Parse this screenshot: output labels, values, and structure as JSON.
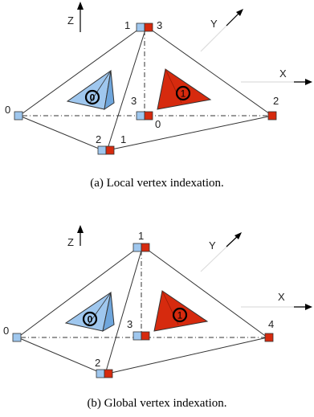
{
  "figures": [
    {
      "id": "a",
      "caption": "(a) Local vertex indexation.",
      "axes": {
        "x": "X",
        "y": "Y",
        "z": "Z"
      },
      "vertex_labels": {
        "left": "0",
        "top_left": "1",
        "top_right": "3",
        "center_top": "3",
        "center_bottom": "0",
        "bottom_left": "2",
        "bottom_right": "1",
        "right": "2"
      },
      "tetra_labels": {
        "blue": "0",
        "red": "1"
      }
    },
    {
      "id": "b",
      "caption": "(b) Global vertex indexation.",
      "axes": {
        "x": "X",
        "y": "Y",
        "z": "Z"
      },
      "vertex_labels": {
        "left": "0",
        "top": "1",
        "center": "3",
        "bottom": "2",
        "right": "4"
      },
      "tetra_labels": {
        "blue": "0",
        "red": "1"
      }
    }
  ],
  "colors": {
    "blue": "#9fc7ee",
    "red": "#d62a0e",
    "line": "#333333"
  }
}
